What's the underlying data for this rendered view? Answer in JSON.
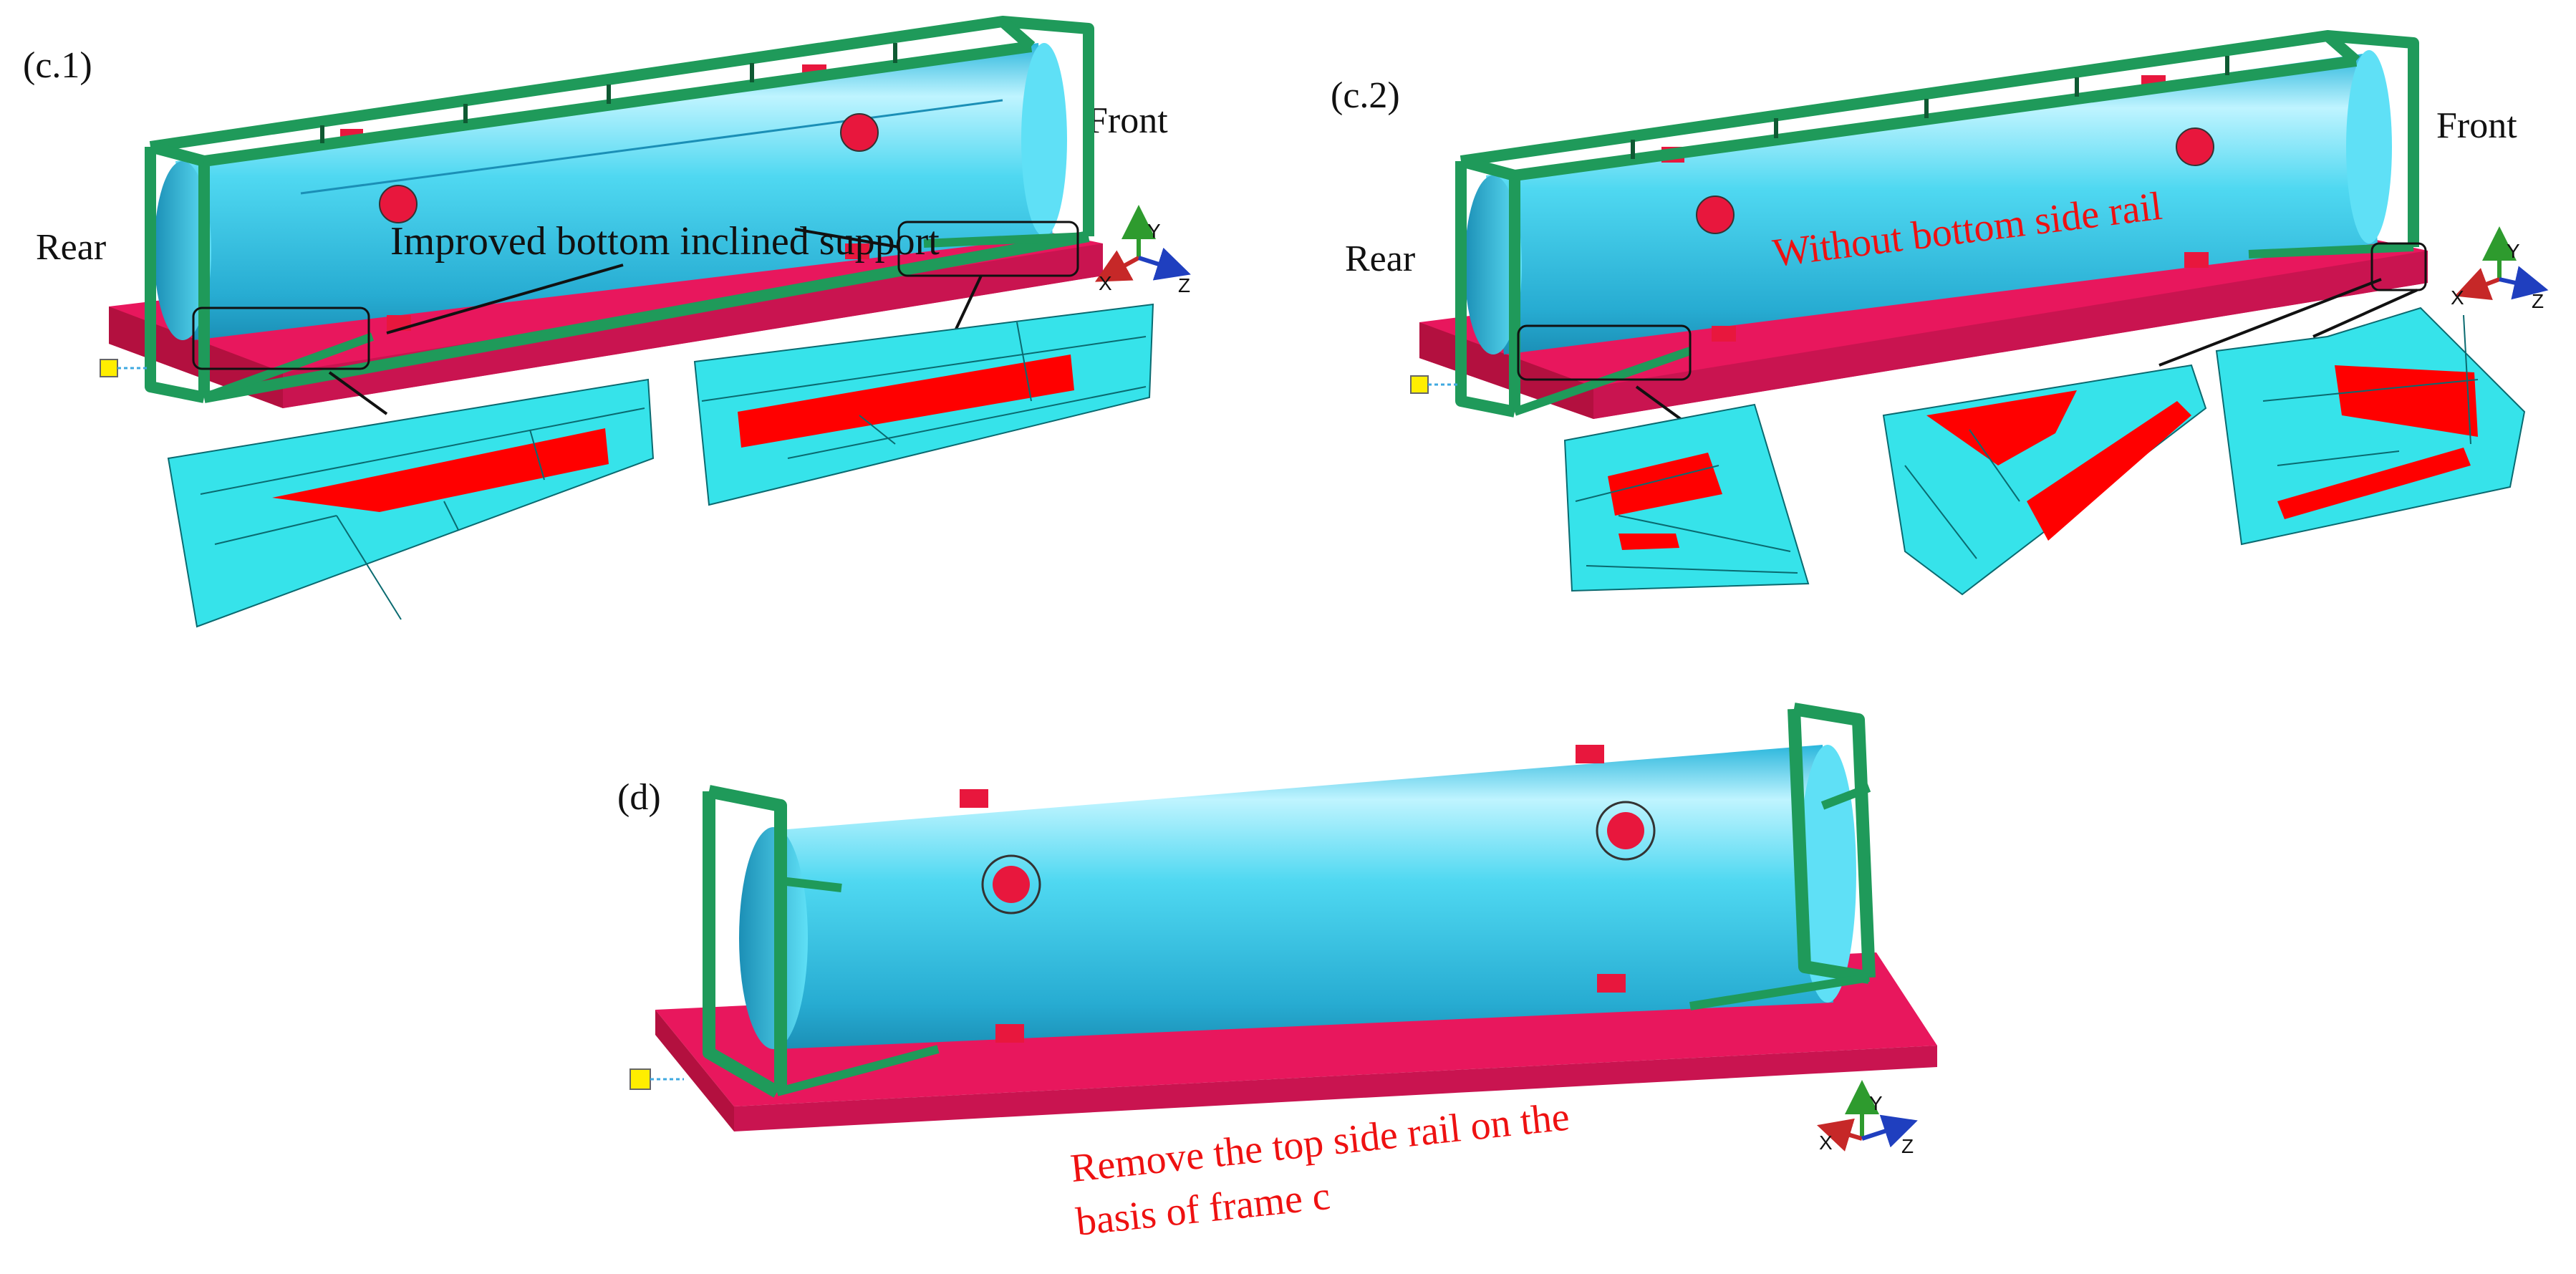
{
  "colors": {
    "tank": "#3fd3ee",
    "tank_highlight": "#bff4ff",
    "tank_shadow": "#1b8fb6",
    "frame": "#1f9a5a",
    "frame_dark": "#0f5a33",
    "base_plate": "#e8175d",
    "base_plate_side": "#b3103f",
    "fitting": "#e8173d",
    "detail_bg": "#36e3ea",
    "detail_red": "#ff0000",
    "note_red": "#ee1111",
    "axis_x": "#c62828",
    "axis_y": "#2e9b2e",
    "axis_z": "#1f3fbf",
    "marker": "#ffee00"
  },
  "icons": [
    "coordinate-triad-icon",
    "reference-point-marker-icon"
  ],
  "panels": [
    {
      "id": "c1",
      "label": "(c.1)",
      "rear_label": "Rear",
      "front_label": "Front",
      "annotation": "Improved bottom inclined support",
      "annotation_color": "black",
      "axis": {
        "x": "X",
        "y": "Y",
        "z": "Z"
      }
    },
    {
      "id": "c2",
      "label": "(c.2)",
      "rear_label": "Rear",
      "front_label": "Front",
      "annotation": "Without bottom side rail",
      "annotation_color": "red",
      "axis": {
        "x": "X",
        "y": "Y",
        "z": "Z"
      }
    },
    {
      "id": "d",
      "label": "(d)",
      "annotation_lines": [
        "Remove the top side rail on the",
        "basis of frame c"
      ],
      "annotation_color": "red",
      "axis": {
        "x": "X",
        "y": "Y",
        "z": "Z"
      }
    }
  ]
}
